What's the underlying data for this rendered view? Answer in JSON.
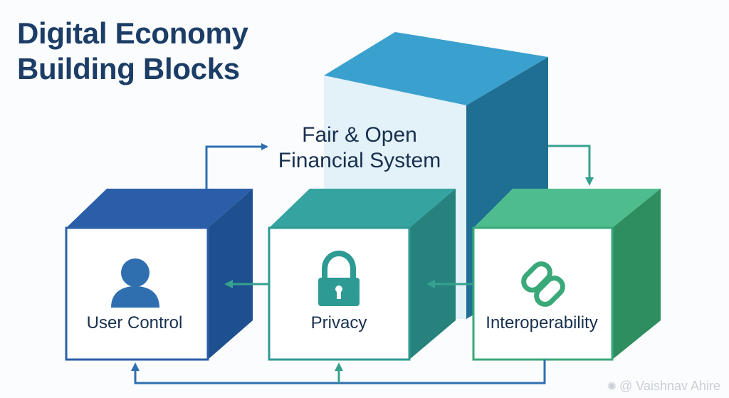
{
  "title": {
    "line1": "Digital Economy",
    "line2": "Building Blocks"
  },
  "center": {
    "line1": "Fair & Open",
    "line2": "Financial System"
  },
  "blocks": [
    {
      "label": "User Control",
      "icon": "user-icon"
    },
    {
      "label": "Privacy",
      "icon": "lock-icon"
    },
    {
      "label": "Interoperability",
      "icon": "chain-link-icon"
    }
  ],
  "watermark": {
    "text": "@ Vaishnav Ahire"
  },
  "colors": {
    "title": "#1c3d66",
    "blue_block": "#2a5ea8",
    "teal_block": "#2e9a94",
    "green_block": "#3aa97a",
    "big_cube": "#2e93c4",
    "arrow_blue": "#2f6fb0",
    "arrow_teal": "#36a28e"
  }
}
